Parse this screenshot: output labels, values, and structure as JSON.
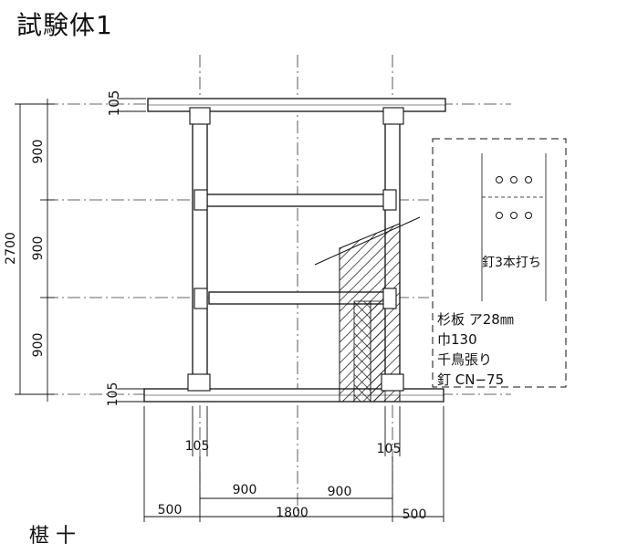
{
  "title": "試験体1",
  "dims": {
    "d105_top": "105",
    "d900_a": "900",
    "d900_b": "900",
    "d900_c": "900",
    "d105_bottom": "105",
    "d2700": "2700",
    "d105_left": "105",
    "d105_right": "105",
    "d900_bottom_left": "900",
    "d900_bottom_right": "900",
    "d500_left": "500",
    "d1800": "1800",
    "d500_right": "500"
  },
  "left_label": "",
  "detail": {
    "nail_label": "釘3本打ち"
  },
  "spec": {
    "lines": [
      "杉板 ア28㎜",
      "巾130",
      "千鳥張り",
      "釘 CN−75"
    ]
  },
  "footer_partial": "椹 十"
}
